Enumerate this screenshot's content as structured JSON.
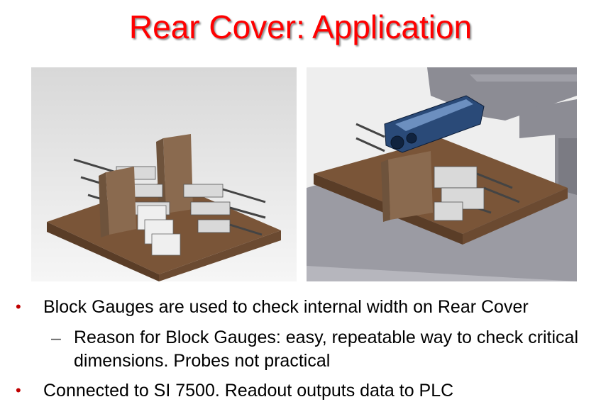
{
  "slide": {
    "title": "Rear Cover:  Application",
    "title_color": "#ff0000",
    "bullet_color": "#c00000",
    "bullets": [
      {
        "marker": "•",
        "text": "Block Gauges are used to check internal width on Rear Cover"
      },
      {
        "marker": "–",
        "text": "Reason for Block Gauges:  easy, repeatable way to check critical dimensions.  Probes not practical"
      },
      {
        "marker": "•",
        "text": "Connected to SI 7500.  Readout outputs data to PLC"
      }
    ]
  },
  "figures": {
    "left": {
      "name": "fixture-render",
      "base_color": "#7a5538",
      "block_color": "#8a6a4f",
      "background": "#e6e6e6"
    },
    "right": {
      "name": "fixture-with-part-render",
      "base_color": "#7a5538",
      "frame_color": "#8c8c94",
      "part_color": "#2a4a78",
      "background": "#d9d9dc"
    }
  }
}
